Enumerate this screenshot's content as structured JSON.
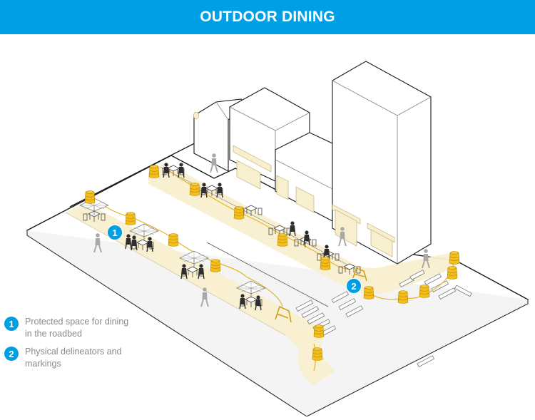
{
  "header": {
    "title": "OUTDOOR DINING",
    "background_color": "#009fe3"
  },
  "colors": {
    "accent_blue": "#009fe3",
    "dining_zone": "#f8efcf",
    "barrel_yellow": "#f2bd1d",
    "line_dark": "#1a1a1a",
    "figure_gray": "#a9a9a9"
  },
  "callouts": [
    {
      "number": "1",
      "label": "Protected space for dining in the roadbed"
    },
    {
      "number": "2",
      "label": "Physical delineators and markings"
    }
  ],
  "legend": {
    "items": [
      {
        "number": "1",
        "text_line1": "Protected space for dining",
        "text_line2": "in the roadbed"
      },
      {
        "number": "2",
        "text_line1": "Physical delineators and",
        "text_line2": "markings"
      }
    ]
  }
}
